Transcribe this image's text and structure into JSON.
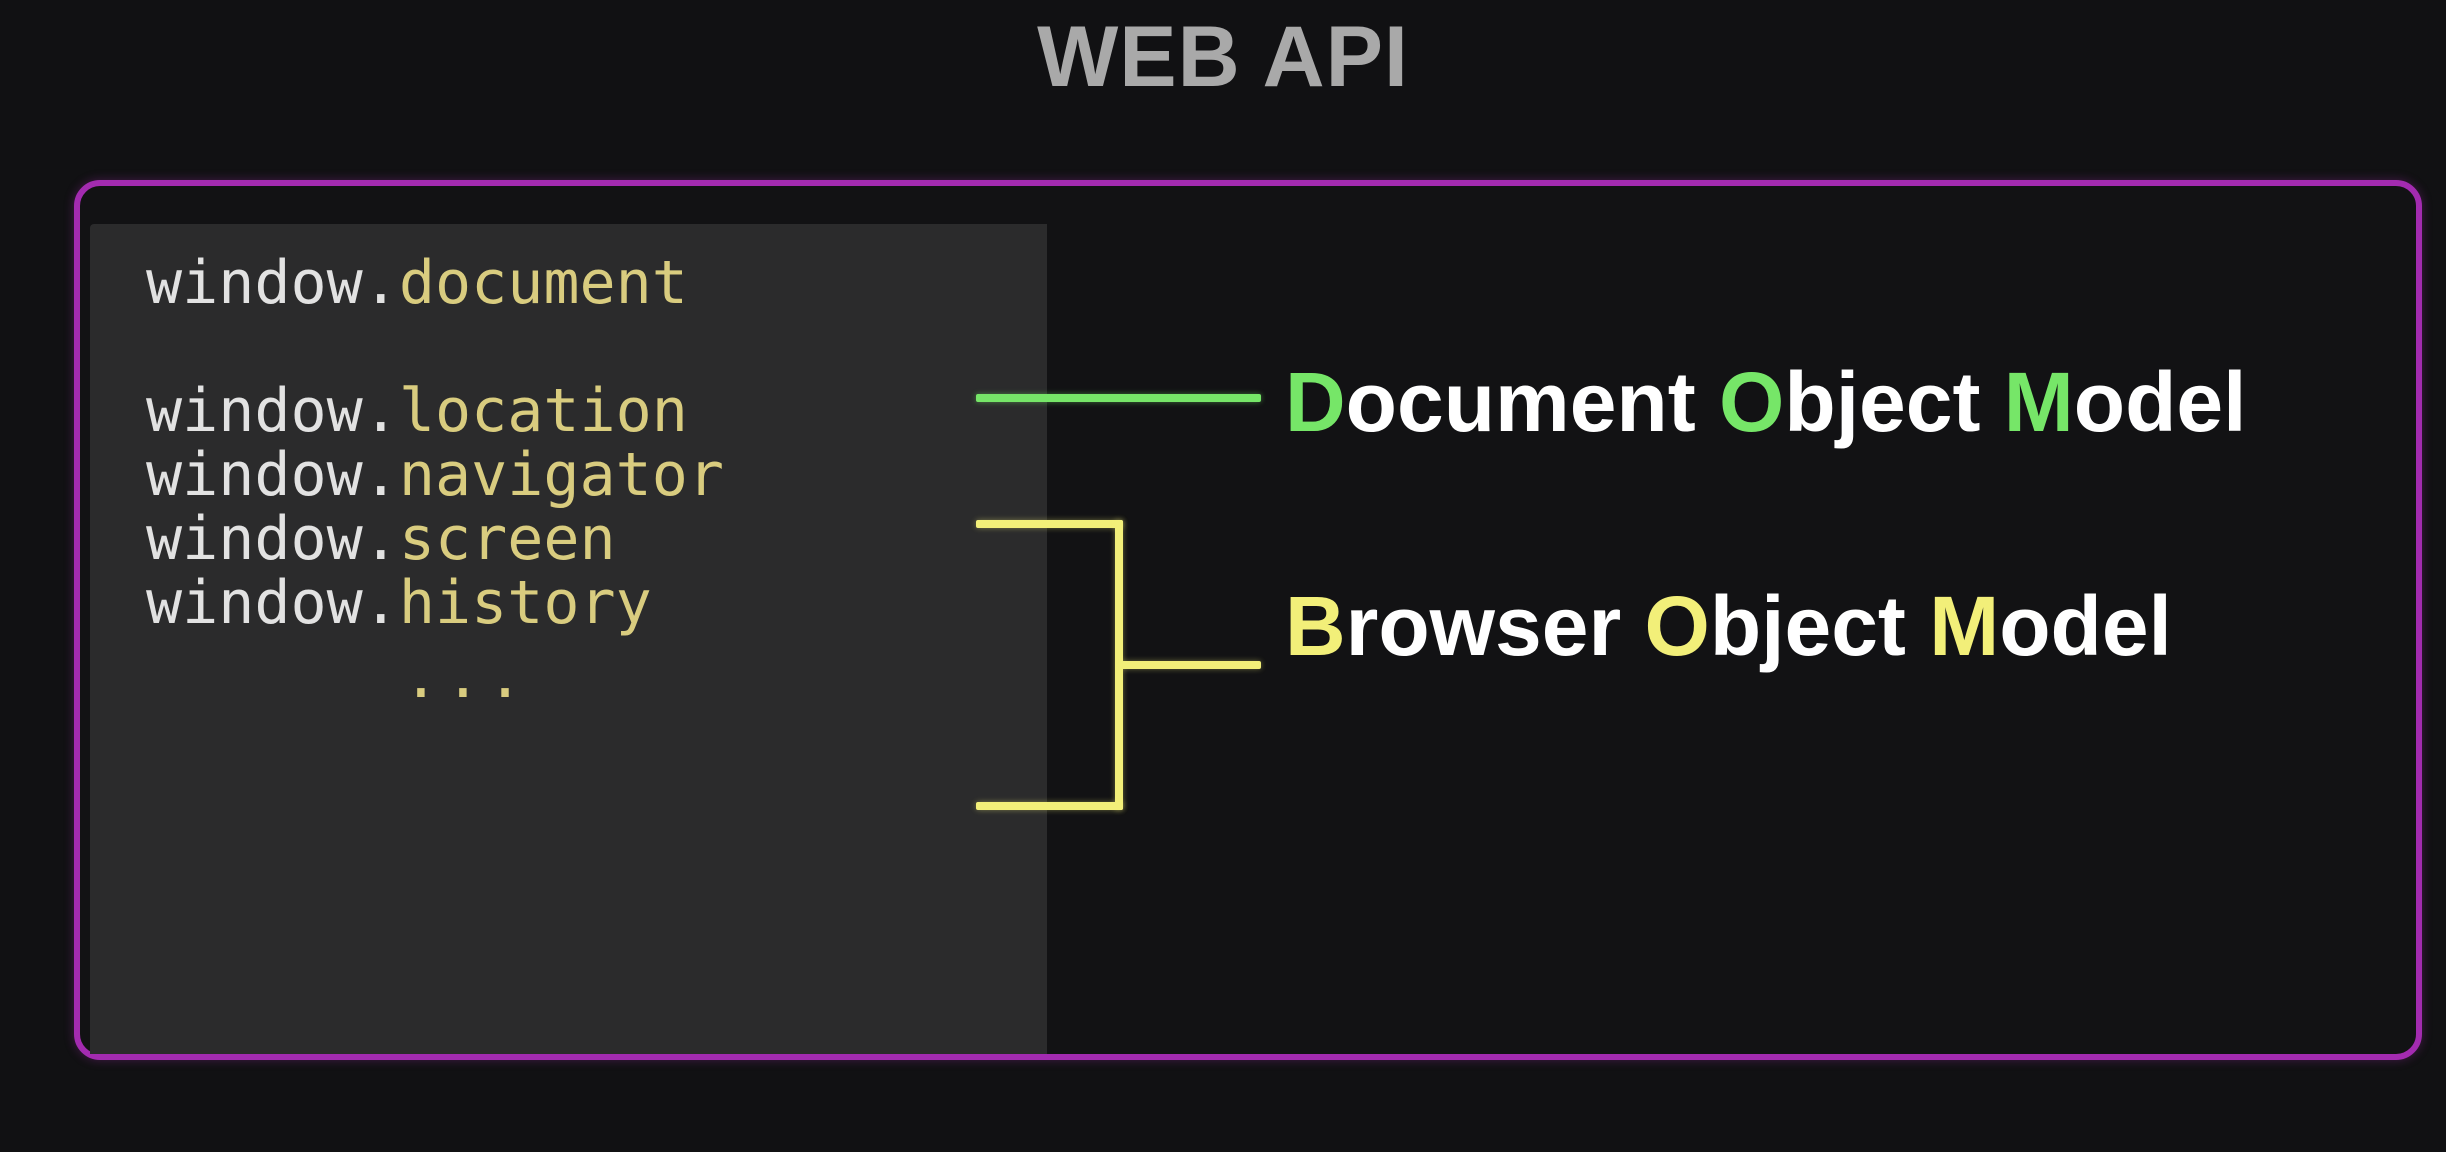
{
  "title": "WEB API",
  "colors": {
    "background": "#111113",
    "card_border": "#a32bb0",
    "code_panel": "#2b2b2c",
    "title_text": "#a9a9a9",
    "code_object": "#e2e2e2",
    "code_property": "#d9cc7f",
    "dom_accent": "#76e668",
    "bom_accent": "#f2ef79",
    "label_text": "#ffffff"
  },
  "code": {
    "dom_group": [
      {
        "object": "window",
        "dot": ".",
        "property": "document"
      }
    ],
    "bom_group": [
      {
        "object": "window",
        "dot": ".",
        "property": "location"
      },
      {
        "object": "window",
        "dot": ".",
        "property": "navigator"
      },
      {
        "object": "window",
        "dot": ".",
        "property": "screen"
      },
      {
        "object": "window",
        "dot": ".",
        "property": "history"
      }
    ],
    "ellipsis": "..."
  },
  "labels": {
    "dom": {
      "initial_1": "D",
      "word_1": "ocument",
      "initial_2": "O",
      "word_2": "bject",
      "initial_3": "M",
      "word_3": "odel",
      "full": "Document Object Model",
      "accent": "#76e668"
    },
    "bom": {
      "initial_1": "B",
      "word_1": "rowser",
      "initial_2": "O",
      "word_2": "bject",
      "initial_3": "M",
      "word_3": "odel",
      "full": "Browser Object Model",
      "accent": "#f2ef79"
    }
  },
  "connectors": {
    "dom_line": "straight-line",
    "bom_bracket": "curly-bracket"
  }
}
